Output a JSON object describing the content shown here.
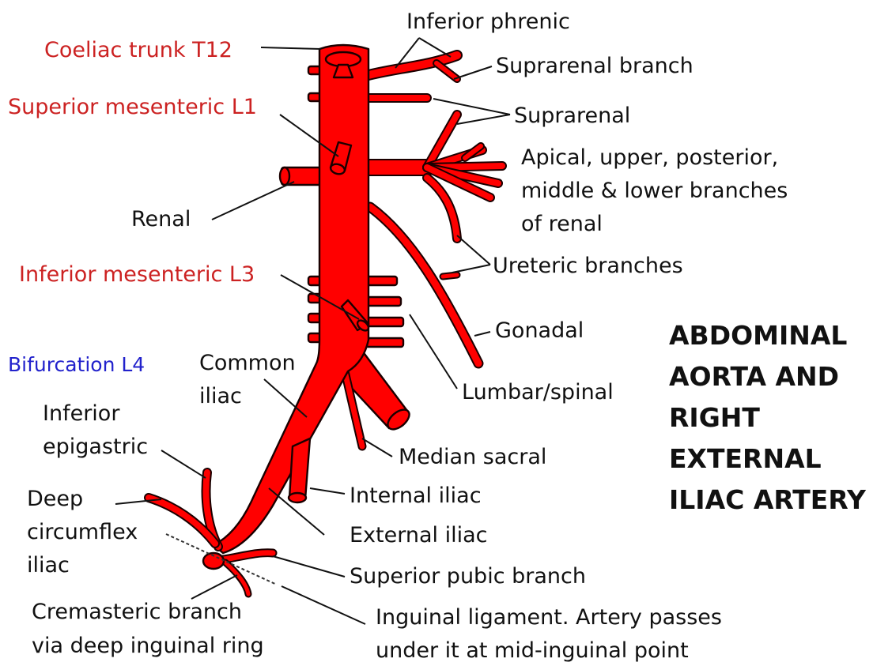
{
  "colors": {
    "artery": "#ff0000",
    "outline": "#1a0000",
    "level_label": "#cc2222",
    "bifurcation_label": "#2222cc",
    "text": "#111111"
  },
  "labels": {
    "coeliac": "Coeliac trunk T12",
    "sup_mesenteric": "Superior mesenteric L1",
    "renal": "Renal",
    "inf_mesenteric": "Inferior mesenteric L3",
    "bifurcation": "Bifurcation L4",
    "inf_phrenic": "Inferior phrenic",
    "suprarenal_branch": "Suprarenal branch",
    "suprarenal": "Suprarenal",
    "renal_branches": [
      "Apical, upper, posterior,",
      "middle & lower branches",
      "of renal"
    ],
    "ureteric": "Ureteric branches",
    "gonadal": "Gonadal",
    "lumbar": "Lumbar/spinal",
    "common_iliac": [
      "Common",
      "iliac"
    ],
    "median_sacral": "Median sacral",
    "inferior_epigastric": [
      "Inferior",
      "epigastric"
    ],
    "deep_circumflex": [
      "Deep",
      "circumflex",
      "iliac"
    ],
    "internal_iliac": "Internal iliac",
    "external_iliac": "External iliac",
    "superior_pubic": "Superior pubic branch",
    "cremasteric": [
      "Cremasteric branch",
      "via deep inguinal ring"
    ],
    "inguinal": [
      "Inguinal ligament. Artery passes",
      "under it at mid-inguinal point"
    ]
  },
  "title": [
    "ABDOMINAL",
    "AORTA AND",
    "RIGHT",
    "EXTERNAL",
    "ILIAC ARTERY"
  ]
}
